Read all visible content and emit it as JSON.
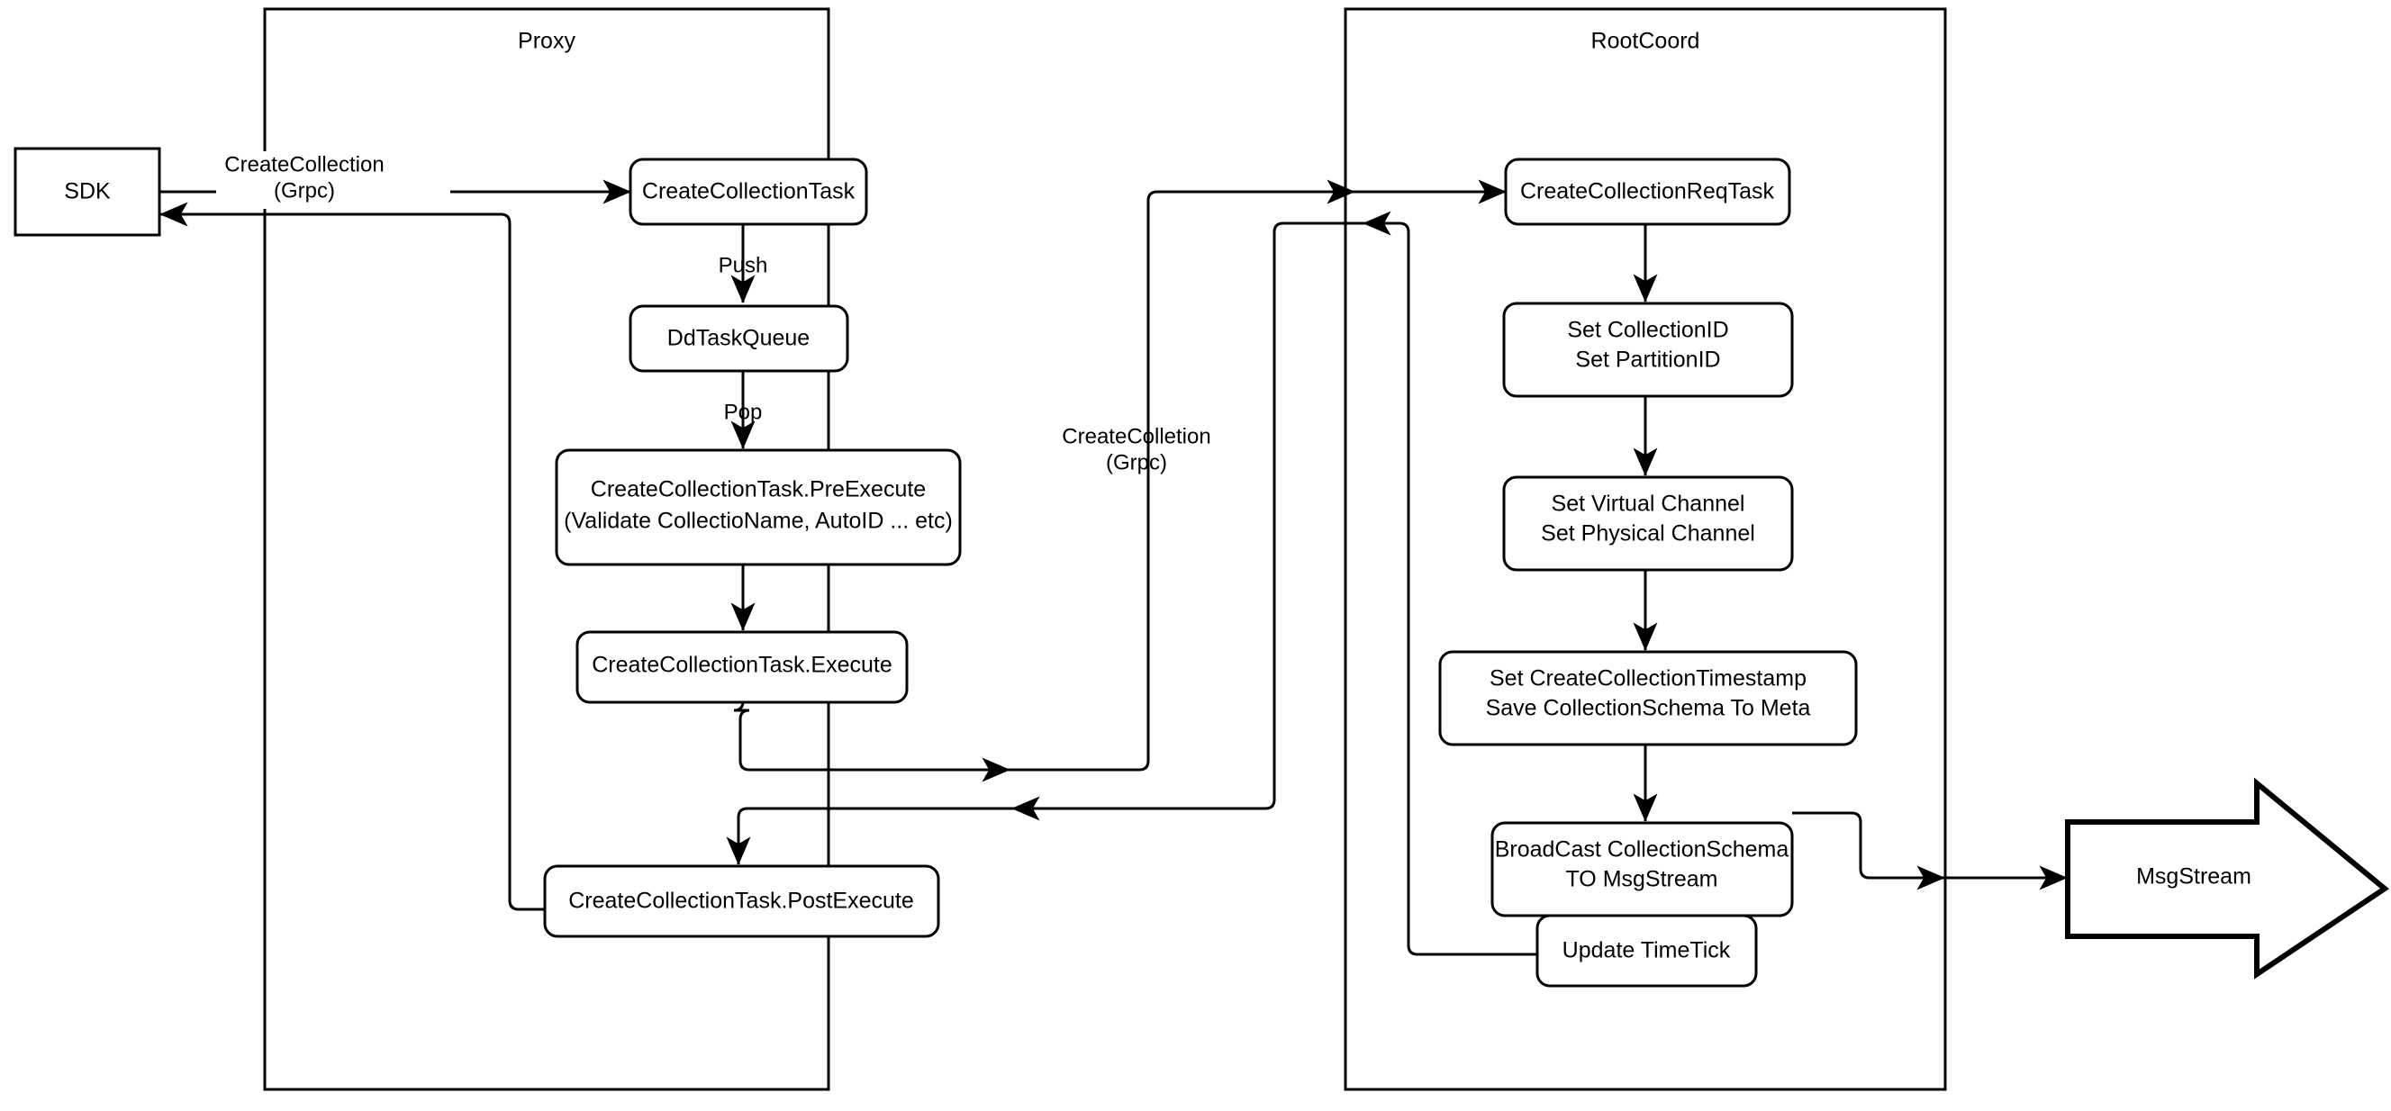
{
  "diagram": {
    "title_visible": false,
    "background_color": "#ffffff",
    "stroke_color": "#000000",
    "containers": [
      {
        "id": "proxy",
        "label": "Proxy"
      },
      {
        "id": "rootcoord",
        "label": "RootCoord"
      }
    ],
    "external_nodes": [
      {
        "id": "sdk",
        "label": "SDK",
        "shape": "rectangle"
      },
      {
        "id": "msgstream",
        "label": "MsgStream",
        "shape": "block-arrow"
      }
    ],
    "proxy_nodes": [
      {
        "id": "create-collection-task",
        "lines": [
          "CreateCollectionTask"
        ]
      },
      {
        "id": "dd-task-queue",
        "lines": [
          "DdTaskQueue"
        ]
      },
      {
        "id": "create-collection-task-pre-execute",
        "lines": [
          "CreateCollectionTask.PreExecute",
          "(Validate CollectioName, AutoID ... etc)"
        ]
      },
      {
        "id": "create-collection-task-execute",
        "lines": [
          "CreateCollectionTask.Execute"
        ]
      },
      {
        "id": "create-collection-task-post-execute",
        "lines": [
          "CreateCollectionTask.PostExecute"
        ]
      }
    ],
    "rootcoord_nodes": [
      {
        "id": "create-collection-req-task",
        "lines": [
          "CreateCollectionReqTask"
        ]
      },
      {
        "id": "set-ids",
        "lines": [
          "Set CollectionID",
          "Set PartitionID"
        ]
      },
      {
        "id": "set-channels",
        "lines": [
          "Set Virtual Channel",
          "Set Physical Channel"
        ]
      },
      {
        "id": "set-timestamp-save-meta",
        "lines": [
          "Set CreateCollectionTimestamp",
          "Save CollectionSchema To Meta"
        ]
      },
      {
        "id": "broadcast-schema",
        "lines": [
          "BroadCast CollectionSchema",
          "TO MsgStream"
        ]
      },
      {
        "id": "update-timetick",
        "lines": [
          "Update TimeTick"
        ]
      }
    ],
    "edge_labels": [
      {
        "id": "sdk-to-proxy",
        "lines": [
          "CreateCollection",
          "(Grpc)"
        ]
      },
      {
        "id": "push",
        "lines": [
          "Push"
        ]
      },
      {
        "id": "pop",
        "lines": [
          "Pop"
        ]
      },
      {
        "id": "proxy-to-rootcoord",
        "lines": [
          "CreateColletion",
          "(Grpc)"
        ]
      }
    ]
  }
}
